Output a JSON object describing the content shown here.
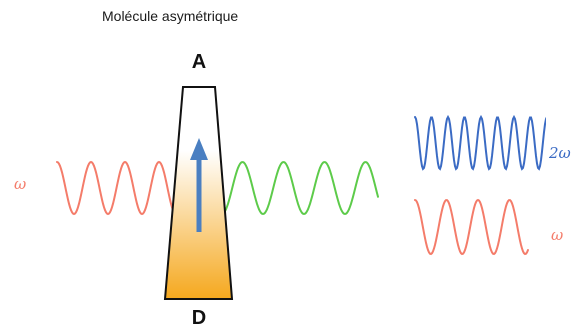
{
  "title": "Molécule asymétrique",
  "molecule": {
    "top_label": "A",
    "bottom_label": "D"
  },
  "input_wave": {
    "label": "ω",
    "color": "#F47C6A"
  },
  "transmitted_wave": {
    "color": "#5DCB4A"
  },
  "output_waves": [
    {
      "label": "2ω",
      "color": "#3B6BC4"
    },
    {
      "label": "ω",
      "color": "#F47C6A"
    }
  ],
  "arrow_color": "#4A7FC1",
  "gradient": {
    "top": "#FFFFFF",
    "bottom": "#F5A81E"
  }
}
